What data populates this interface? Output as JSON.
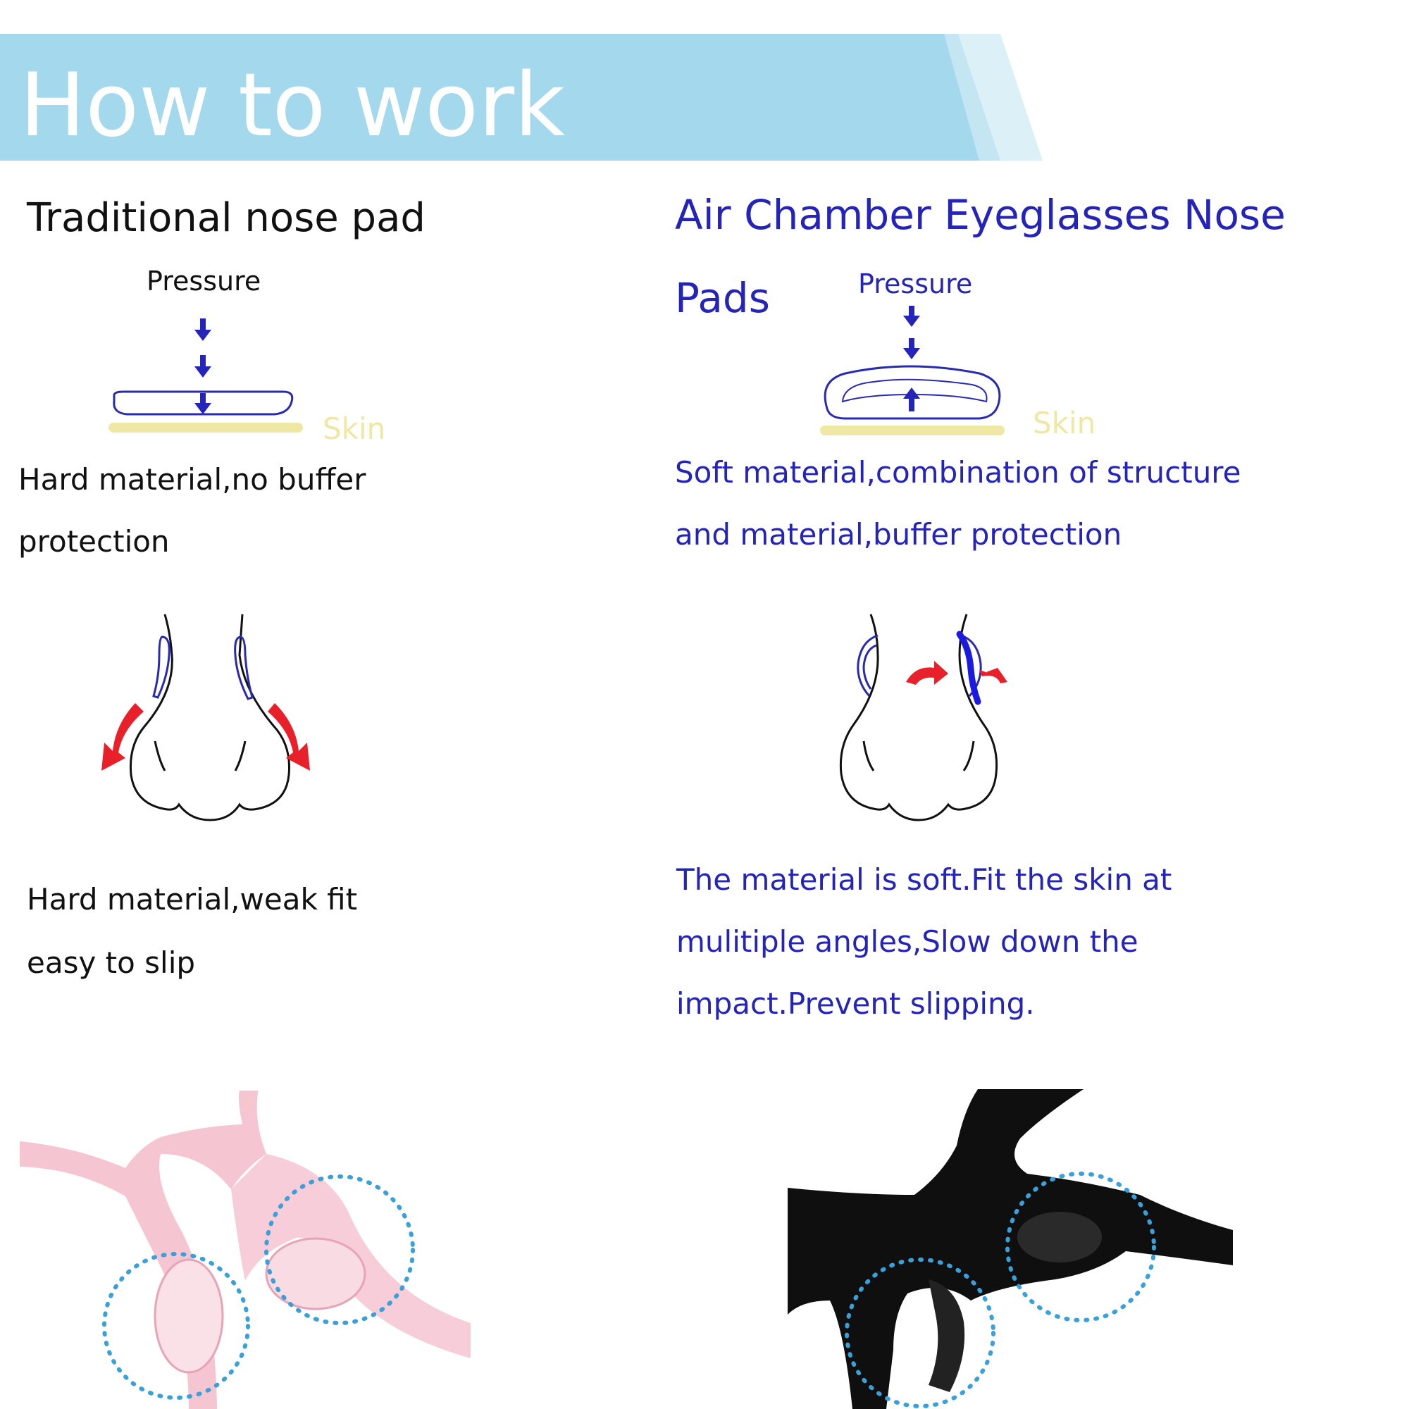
{
  "banner": {
    "title": "How to work",
    "colors": {
      "main": "#a3d8ed",
      "stripe": "#cfeaf5"
    }
  },
  "left": {
    "heading": "Traditional nose pad",
    "pressure_label": "Pressure",
    "skin_label": "Skin",
    "desc1_line1": "Hard material,no buffer",
    "desc1_line2": "protection",
    "desc2_line1": "Hard material,weak fit",
    "desc2_line2": "easy to slip",
    "photo": "pink-eyeglasses-photo"
  },
  "right": {
    "heading_line1": "Air Chamber Eyeglasses Nose",
    "heading_line2": "Pads",
    "pressure_label": "Pressure",
    "skin_label": "Skin",
    "desc1_line1": "Soft material,combination of structure",
    "desc1_line2": "and material,buffer protection",
    "desc2_line1": "The material is soft.Fit the skin at",
    "desc2_line2": "mulitiple angles,Slow down the",
    "desc2_line3": "impact.Prevent slipping.",
    "photo": "black-eyeglasses-photo"
  },
  "colors": {
    "text_blue": "#2424b8",
    "skin": "#efe7a4",
    "arrow_red": "#e8202a",
    "dot_circle": "#3aa0d8"
  }
}
